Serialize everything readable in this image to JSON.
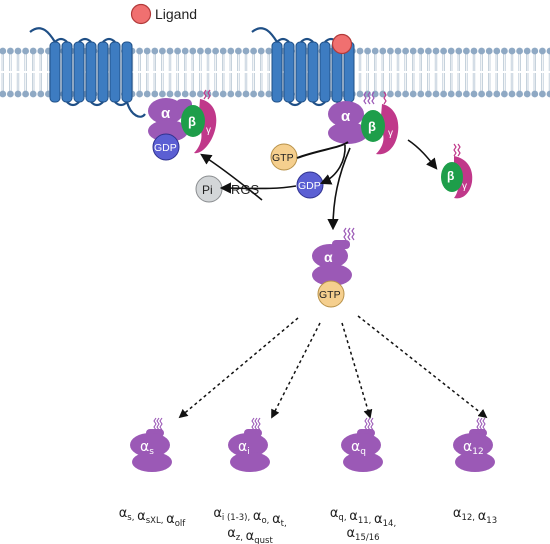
{
  "legend": {
    "ligand_label": "Ligand"
  },
  "receptor_complex": {
    "subunits": {
      "alpha": "α",
      "beta": "β",
      "gamma": "γ"
    },
    "gdp_label": "GDP"
  },
  "cycle": {
    "gtp_label": "GTP",
    "gdp_label": "GDP",
    "pi_label": "Pi",
    "rgs_label": "RGS"
  },
  "free_dimer": {
    "beta": "β",
    "gamma": "γ"
  },
  "active_alpha": {
    "alpha": "α",
    "gtp_label": "GTP"
  },
  "families": [
    {
      "alpha_sym": "α",
      "sub": "s",
      "members_line1": [
        {
          "t": "α",
          "s": "s, "
        },
        {
          "t": " α",
          "s": "sXL, "
        },
        {
          "t": "α",
          "s": "olf"
        }
      ],
      "members_line2": []
    },
    {
      "alpha_sym": "α",
      "sub": "i",
      "members_line1": [
        {
          "t": "α",
          "s": "i (1-3), "
        },
        {
          "t": "α",
          "s": "o, "
        },
        {
          "t": "α",
          "s": "t,"
        }
      ],
      "members_line2": [
        {
          "t": "α",
          "s": "z, "
        },
        {
          "t": "α",
          "s": "gust"
        }
      ]
    },
    {
      "alpha_sym": "α",
      "sub": "q",
      "members_line1": [
        {
          "t": "α",
          "s": "q, "
        },
        {
          "t": "α",
          "s": "11, "
        },
        {
          "t": "α",
          "s": "14,"
        }
      ],
      "members_line2": [
        {
          "t": "α",
          "s": "15/16"
        }
      ]
    },
    {
      "alpha_sym": "α",
      "sub": "12",
      "members_line1": [
        {
          "t": "α",
          "s": "12, "
        },
        {
          "t": "α",
          "s": "13"
        }
      ],
      "members_line2": []
    }
  ],
  "colors": {
    "alpha": "#9b59b6",
    "beta": "#1e9e4a",
    "gamma": "#c0388a",
    "gdp": "#5b5fd3",
    "gtp": "#f5cf8e",
    "pi": "#d3d6d8",
    "ligand": "#f07070",
    "receptor": "#3d7cc1",
    "membrane_head": "#8fa9c4"
  }
}
